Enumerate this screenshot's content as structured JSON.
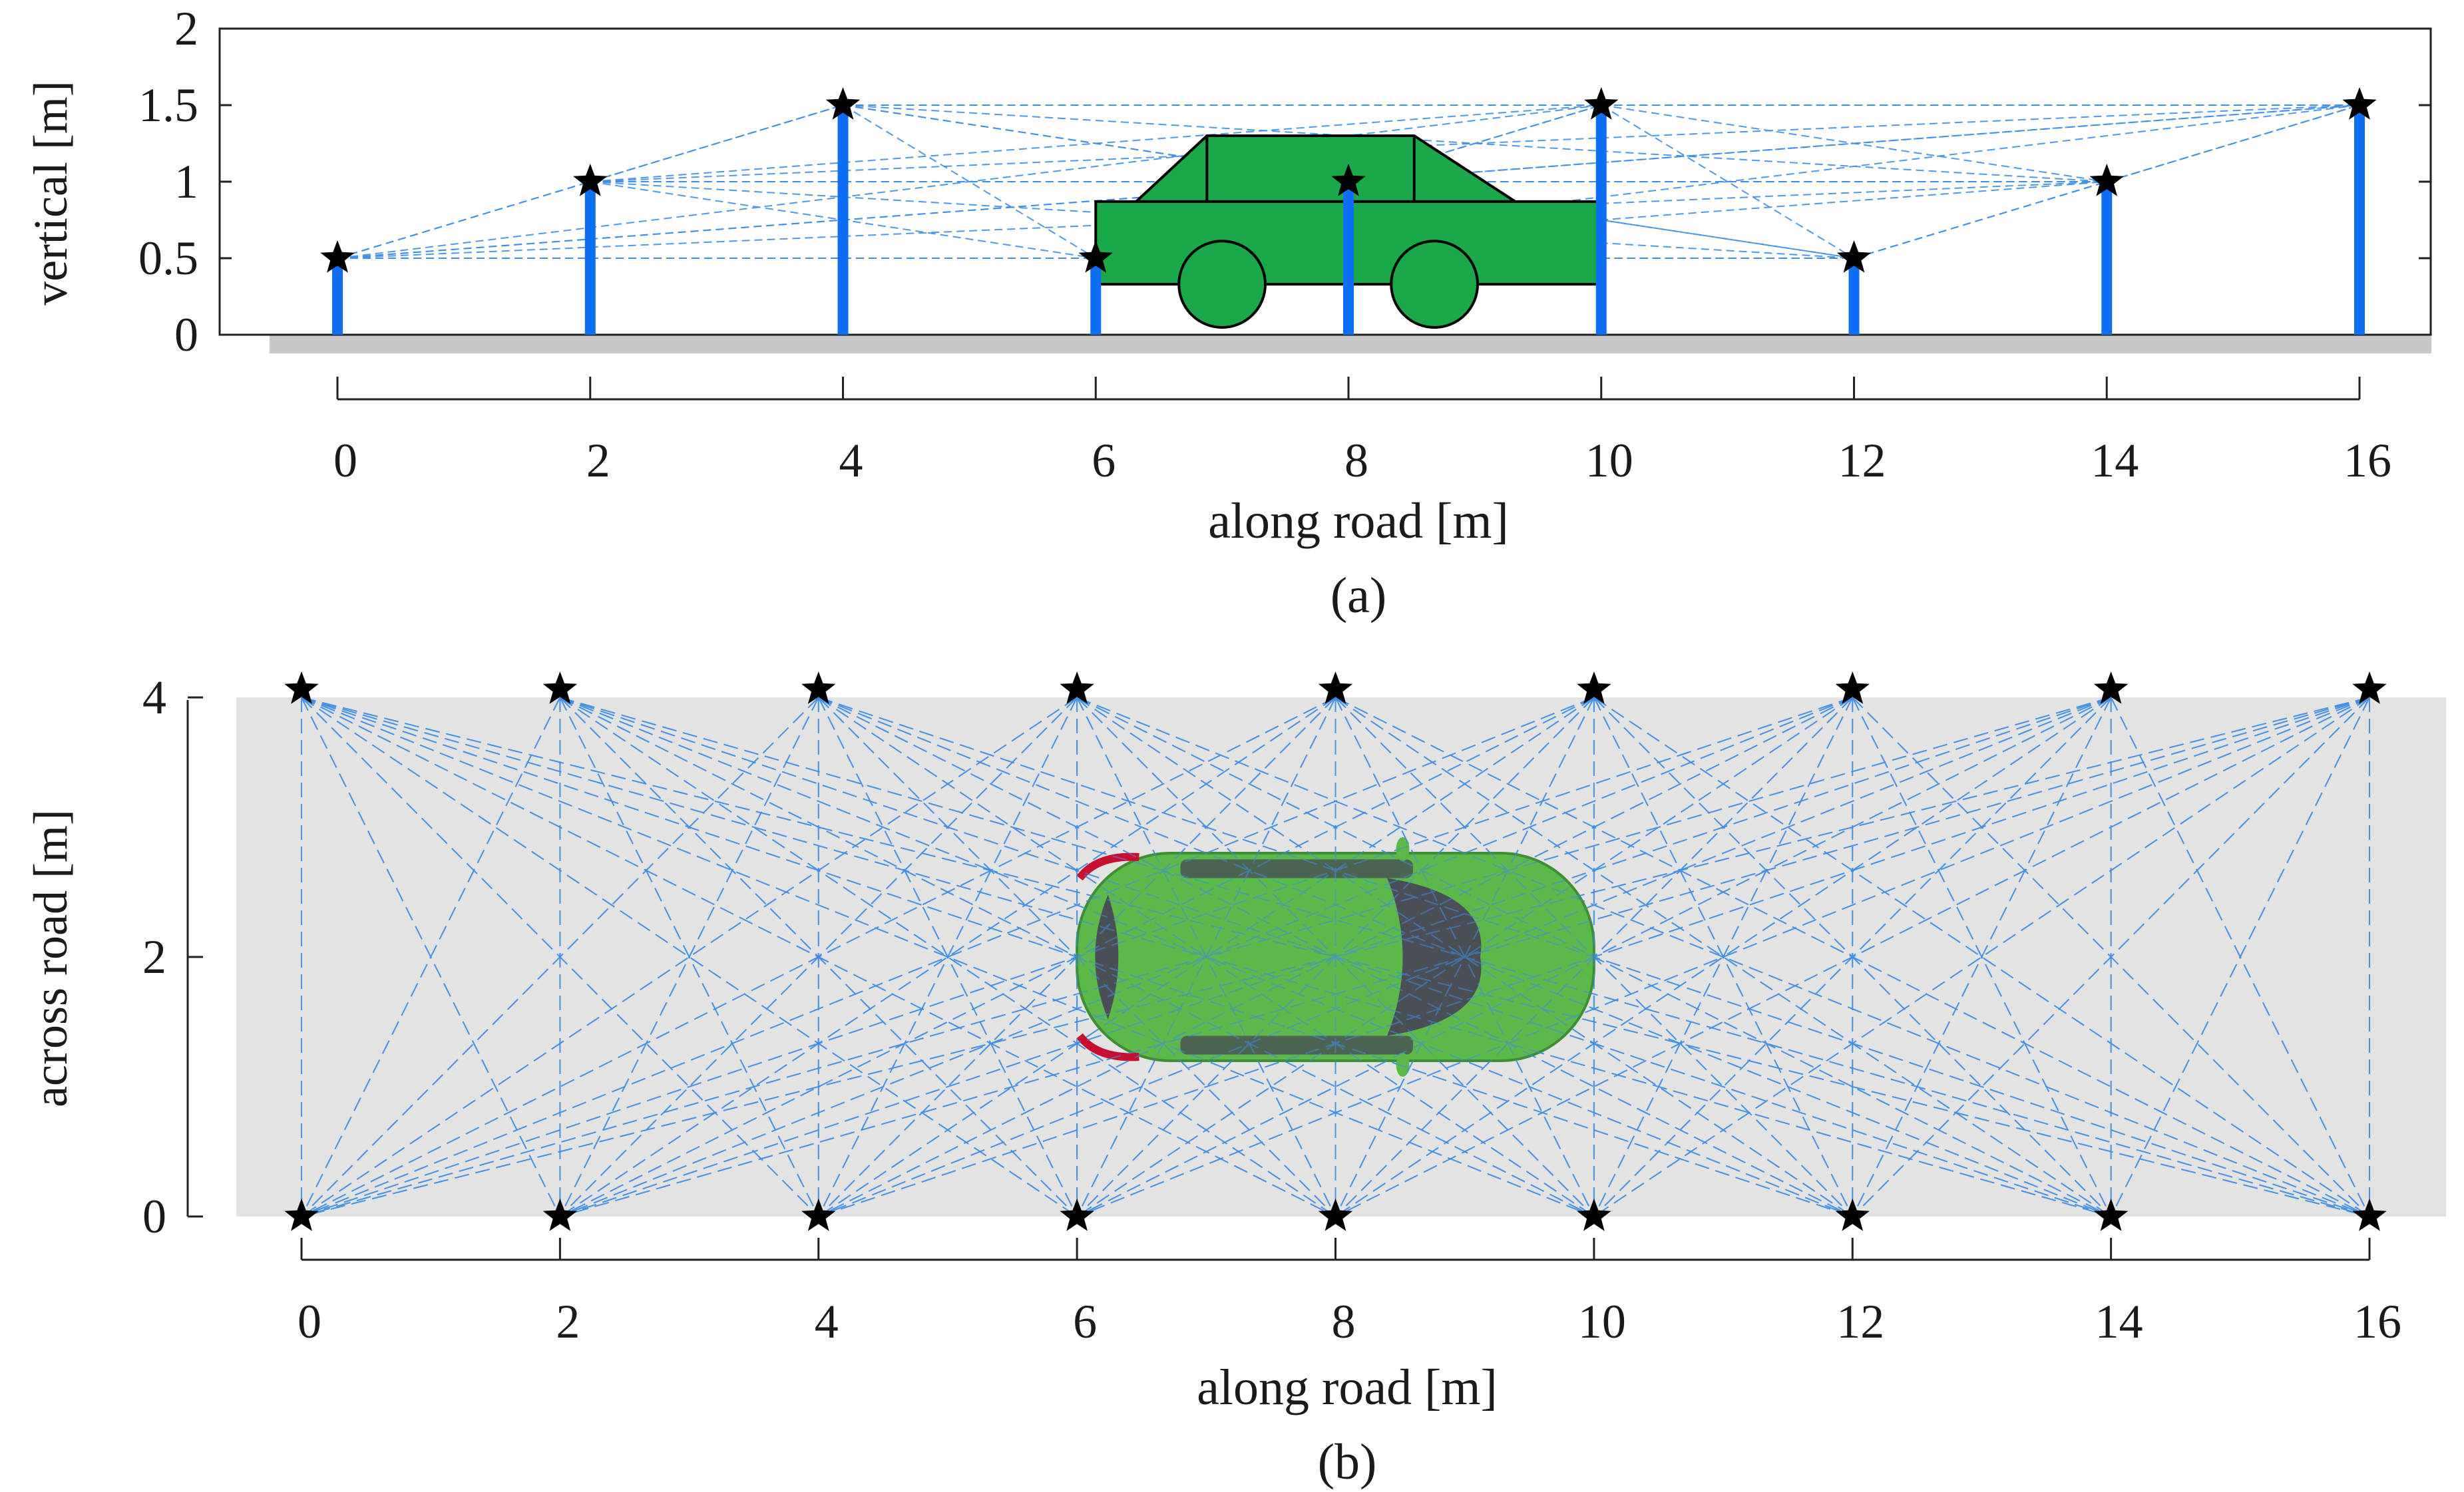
{
  "colors": {
    "pole": "#0f6ff2",
    "link": "#3c8ee8",
    "star": "#000000",
    "ground": "#c8c8c8",
    "road": "#e3e3e3",
    "car_side": "#1aa84a",
    "car_top": "#5cb848",
    "car_top_glass": "#4a4f55",
    "taillight": "#c8102e"
  },
  "icons": {
    "node": "black-star-icon",
    "car_side": "car-side-icon",
    "car_top": "car-top-icon"
  },
  "chart_data": [
    {
      "type": "scatter",
      "caption": "(a)",
      "xlabel": "along road [m]",
      "ylabel": "vertical [m]",
      "xlim": [
        0,
        16
      ],
      "ylim": [
        0,
        2
      ],
      "x_ticks": [
        0,
        2,
        4,
        6,
        8,
        10,
        12,
        14,
        16
      ],
      "x_tick_labels": [
        "0",
        "2",
        "4",
        "6",
        "8",
        "10",
        "12",
        "14",
        "16"
      ],
      "y_ticks": [
        0,
        0.5,
        1,
        1.5,
        2
      ],
      "y_tick_labels": [
        "0",
        "0.5",
        "1",
        "1.5",
        "2"
      ],
      "grid": false,
      "nodes": {
        "x": [
          0,
          2,
          4,
          6,
          8,
          10,
          12,
          14,
          16
        ],
        "y": [
          0.5,
          1.0,
          1.5,
          0.5,
          1.0,
          1.5,
          0.5,
          1.0,
          1.5
        ]
      },
      "links": "all node pairs",
      "car": {
        "x_range": [
          6,
          10
        ],
        "height": 1.3
      }
    },
    {
      "type": "scatter",
      "caption": "(b)",
      "xlabel": "along road [m]",
      "ylabel": "across road [m]",
      "xlim": [
        0,
        16
      ],
      "ylim": [
        0,
        4
      ],
      "x_ticks": [
        0,
        2,
        4,
        6,
        8,
        10,
        12,
        14,
        16
      ],
      "x_tick_labels": [
        "0",
        "2",
        "4",
        "6",
        "8",
        "10",
        "12",
        "14",
        "16"
      ],
      "y_ticks": [
        0,
        2,
        4
      ],
      "y_tick_labels": [
        "0",
        "2",
        "4"
      ],
      "grid": false,
      "nodes": {
        "x": [
          0,
          2,
          4,
          6,
          8,
          10,
          12,
          14,
          16,
          0,
          2,
          4,
          6,
          8,
          10,
          12,
          14,
          16
        ],
        "y": [
          4,
          4,
          4,
          4,
          4,
          4,
          4,
          4,
          4,
          0,
          0,
          0,
          0,
          0,
          0,
          0,
          0,
          0
        ]
      },
      "links": "each top node to every bottom node",
      "car": {
        "x_range": [
          6,
          10
        ],
        "y_range": [
          1.2,
          2.8
        ]
      }
    }
  ]
}
